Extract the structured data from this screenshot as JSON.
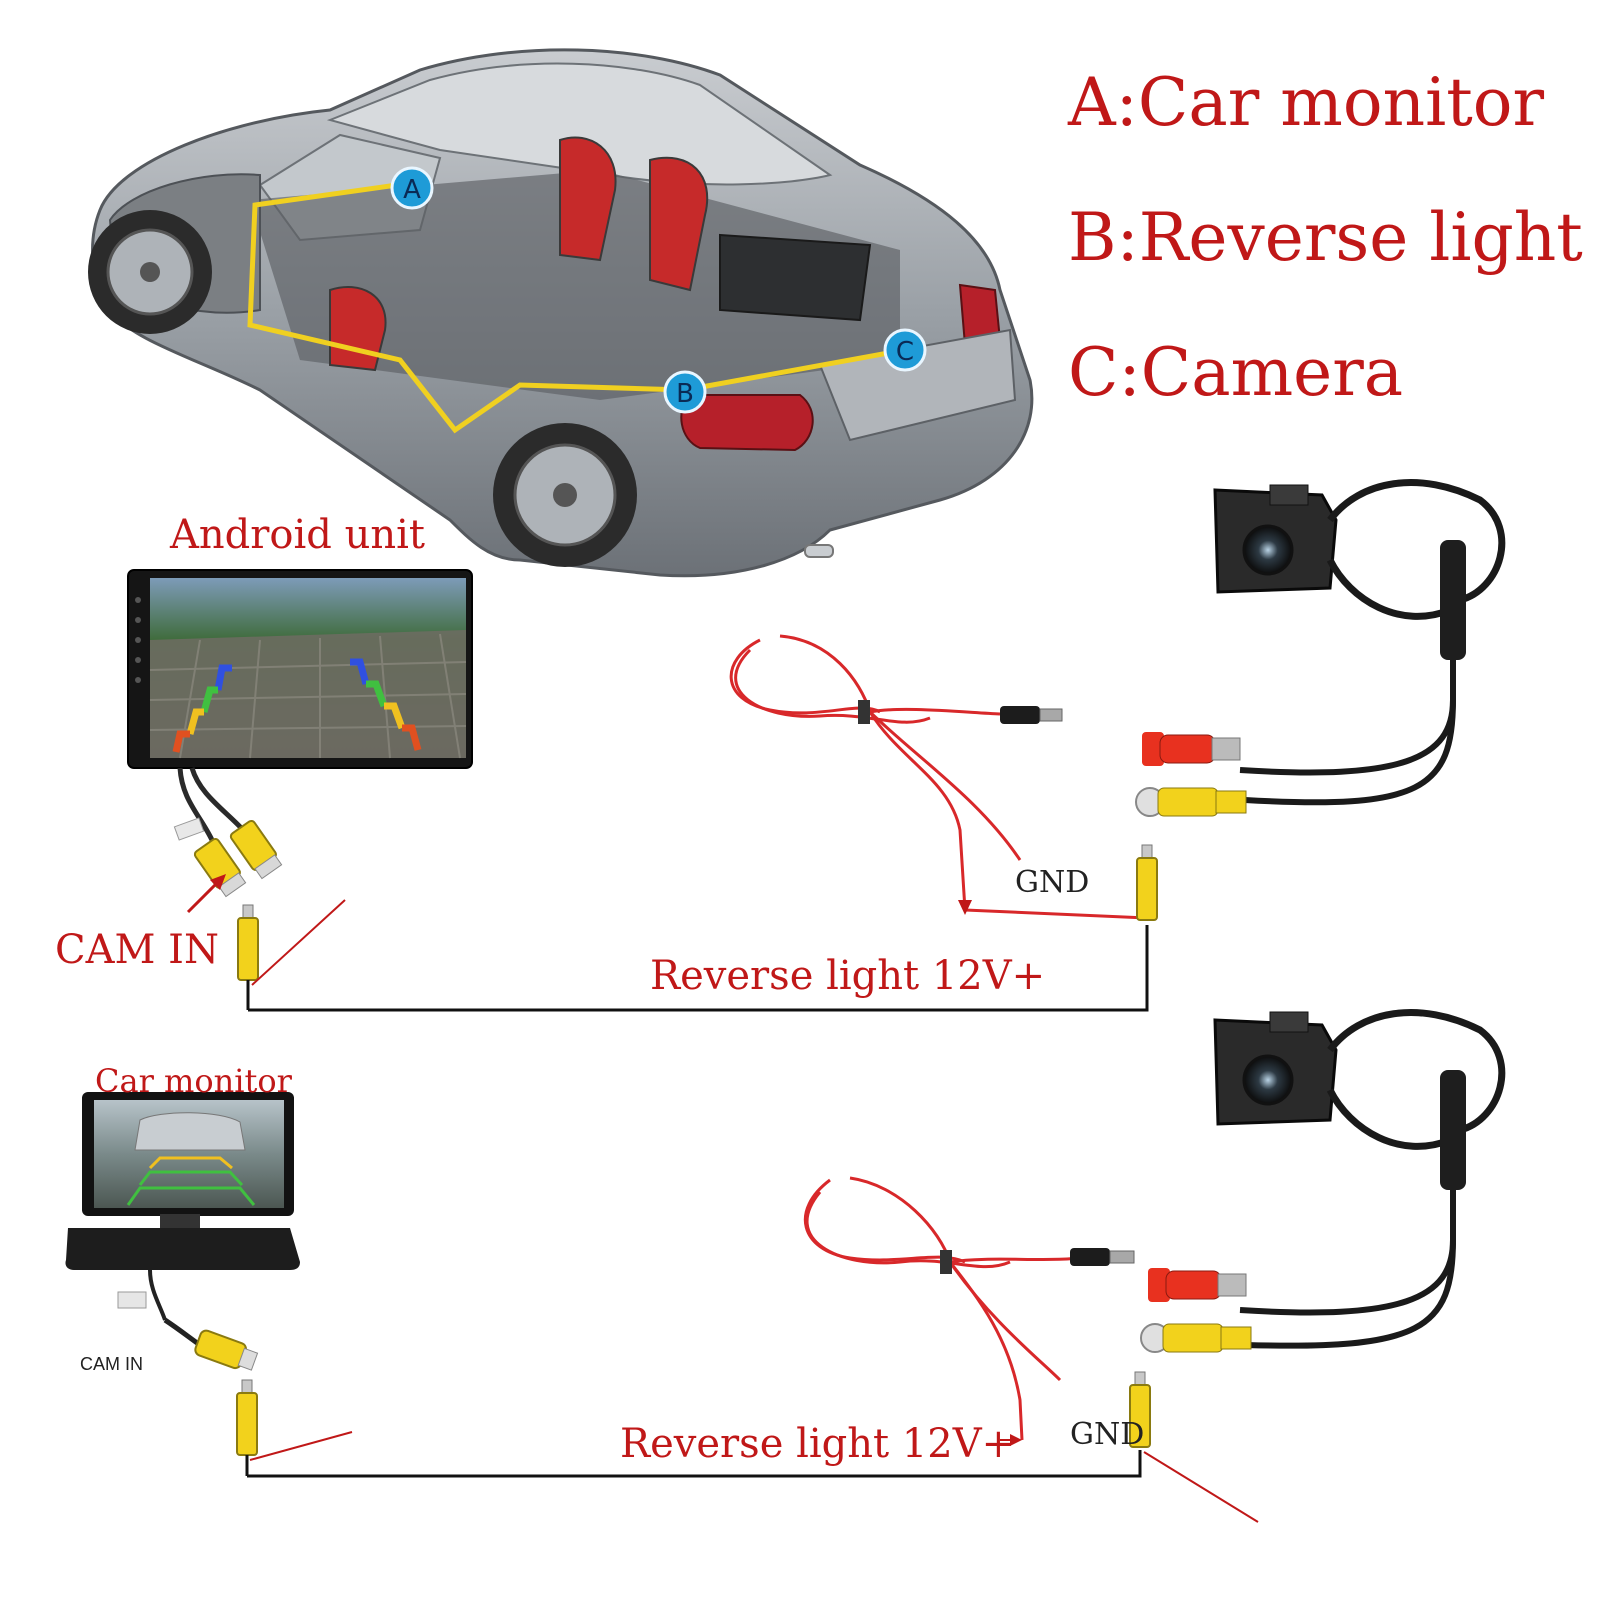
{
  "legend": {
    "a": "A:Car monitor",
    "b": "B:Reverse light",
    "c": "C:Camera"
  },
  "markers": {
    "a": "A",
    "b": "B",
    "c": "C"
  },
  "top_system": {
    "unit_title": "Android unit",
    "cam_in": "CAM IN",
    "gnd": "GND",
    "reverse_light": "Reverse light 12V+"
  },
  "bottom_system": {
    "unit_title": "Car monitor",
    "cam_in": "CAM IN",
    "gnd": "GND",
    "reverse_light": "Reverse light 12V+"
  },
  "colors": {
    "label_red": "#c01818",
    "marker_blue": "#1e9bd7",
    "wire_yellow": "#f0d020",
    "rca_yellow": "#f2d21c",
    "rca_red": "#e8311f",
    "cable_red": "#d8282a",
    "car_gray": "#8a8f95"
  }
}
